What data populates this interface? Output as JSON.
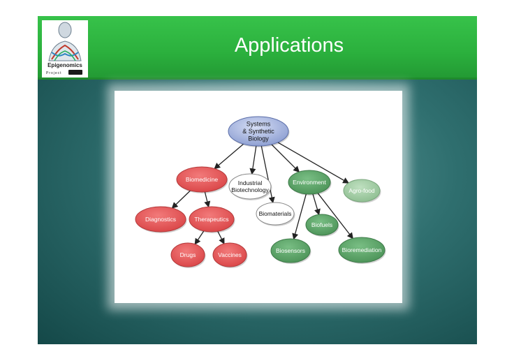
{
  "slide": {
    "title": "Applications",
    "logo": {
      "name": "Epigenomics",
      "subtitle": "Project"
    }
  },
  "diagram": {
    "nodes": {
      "root": "Systems\n& Synthetic\nBiology",
      "biomedicine": "Biomedicine",
      "industrial": "Industrial\nBiotechnology",
      "environment": "Environment",
      "agrofood": "Agro-food",
      "biomaterials": "Biomaterials",
      "diagnostics": "Diagnostics",
      "therapeutics": "Therapeutics",
      "biofuels": "Biofuels",
      "drugs": "Drugs",
      "vaccines": "Vaccines",
      "biosensors": "Biosensors",
      "bioremediation": "Bioremediation"
    },
    "edges": [
      [
        "root",
        "biomedicine"
      ],
      [
        "root",
        "industrial"
      ],
      [
        "root",
        "biomaterials"
      ],
      [
        "root",
        "environment"
      ],
      [
        "root",
        "agrofood"
      ],
      [
        "biomedicine",
        "diagnostics"
      ],
      [
        "biomedicine",
        "therapeutics"
      ],
      [
        "therapeutics",
        "drugs"
      ],
      [
        "therapeutics",
        "vaccines"
      ],
      [
        "environment",
        "biosensors"
      ],
      [
        "environment",
        "biofuels"
      ],
      [
        "environment",
        "bioremediation"
      ]
    ],
    "colors": {
      "root": "#a9b8e3",
      "red": "#e8595a",
      "green": "#5ea86a",
      "light_green": "#9fcaa2",
      "white": "#ffffff"
    }
  }
}
